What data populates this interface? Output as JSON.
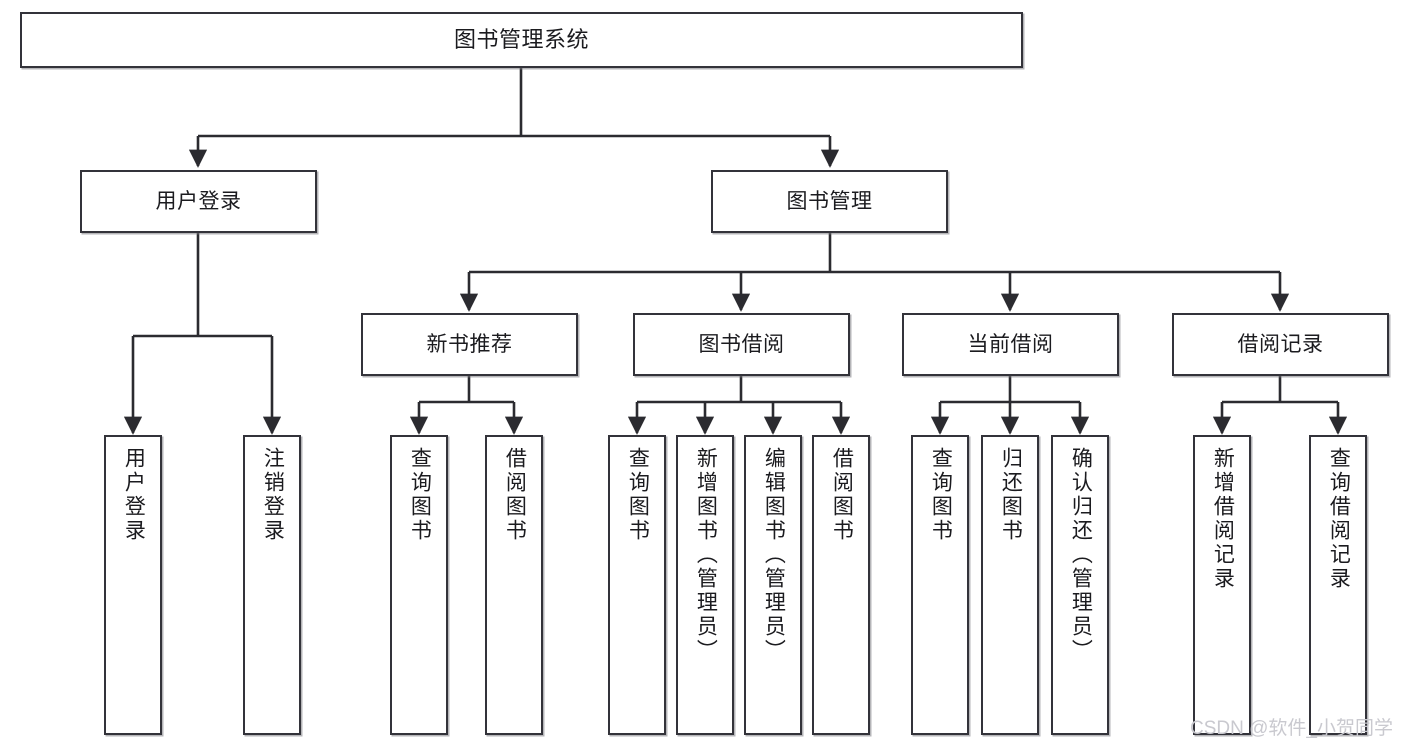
{
  "diagram": {
    "title": "图书管理系统",
    "type": "tree-hierarchy-diagram",
    "orientation": "top-down",
    "colors": {
      "node_border": "#33333a",
      "node_fill": "#ffffff",
      "edge": "#2b2b30",
      "text": "#1b1b1f",
      "watermark": "#c9c9cf",
      "background": "#ffffff"
    },
    "nodes": {
      "root": {
        "label": "图书管理系统"
      },
      "level2": [
        {
          "label": "用户登录"
        },
        {
          "label": "图书管理"
        }
      ],
      "level3": [
        {
          "label": "新书推荐"
        },
        {
          "label": "图书借阅"
        },
        {
          "label": "当前借阅"
        },
        {
          "label": "借阅记录"
        }
      ],
      "leaves": {
        "user_login": [
          {
            "label": "用户登录"
          },
          {
            "label": "注销登录"
          }
        ],
        "new_book_recommend": [
          {
            "label": "查询图书"
          },
          {
            "label": "借阅图书"
          }
        ],
        "book_borrow": [
          {
            "label": "查询图书"
          },
          {
            "label": "新增图书（管理员）"
          },
          {
            "label": "编辑图书（管理员）"
          },
          {
            "label": "借阅图书"
          }
        ],
        "current_borrow": [
          {
            "label": "查询图书"
          },
          {
            "label": "归还图书"
          },
          {
            "label": "确认归还（管理员）"
          }
        ],
        "borrow_record": [
          {
            "label": "新增借阅记录"
          },
          {
            "label": "查询借阅记录"
          }
        ]
      }
    },
    "watermark": "CSDN @软件_小贺同学"
  }
}
